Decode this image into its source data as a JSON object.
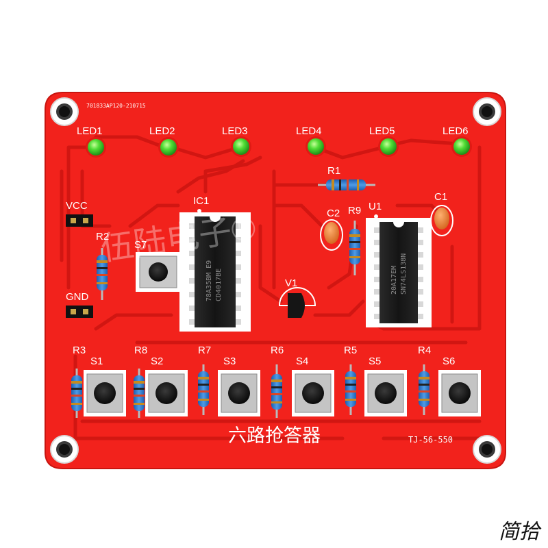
{
  "board": {
    "serial": "701833AP120-210715",
    "title": "六路抢答器",
    "model_code": "TJ-56-550",
    "watermark": "伍陆电子®",
    "signature": "简拾",
    "colors": {
      "pcb": "#f2221c",
      "trace": "#d01612",
      "led": "#3fd42e",
      "chip": "#1b1b1b",
      "silk": "#ffffff"
    }
  },
  "labels": {
    "leds": [
      "LED1",
      "LED2",
      "LED3",
      "LED4",
      "LED5",
      "LED6"
    ],
    "vcc": "VCC",
    "gnd": "GND",
    "r1": "R1",
    "r2": "R2",
    "r9": "R9",
    "c1": "C1",
    "c2": "C2",
    "ic1": "IC1",
    "u1": "U1",
    "v1": "V1",
    "s7": "S7",
    "resistors_bottom": [
      "R3",
      "R8",
      "R7",
      "R6",
      "R5",
      "R4"
    ],
    "switches_bottom": [
      "S1",
      "S2",
      "S3",
      "S4",
      "S5",
      "S6"
    ]
  },
  "chips": {
    "ic1_marking": [
      "78A35BM E9",
      "CD4017BE"
    ],
    "u1_marking": [
      "20A17EM",
      "SN74LS138N"
    ]
  }
}
